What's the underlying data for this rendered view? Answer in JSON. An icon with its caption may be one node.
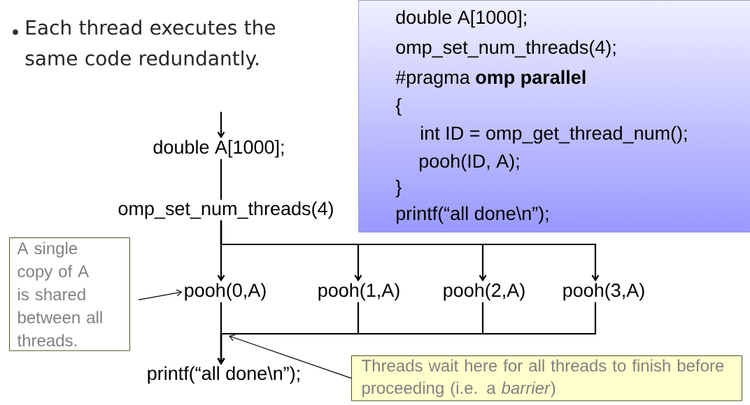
{
  "diagram": {
    "nodes": [
      {
        "text": [
          "double A[1000];",
          "omp_set_num_threads(4);",
          "#pragma **omp parallel**",
          "{",
          "int ID = omp_get_thread_num();",
          "pooh(ID, A);",
          "}",
          "printf(“all done\\n”);"
        ]
      },
      {
        "text": [
          "double A[1000];"
        ]
      },
      {
        "text": [
          "omp_set_num_threads(4)"
        ]
      },
      {
        "text": [
          "A single copy of A is shared between all threads."
        ]
      },
      {
        "text": [
          "pooh(0,A)"
        ]
      },
      {
        "text": [
          "pooh(1,A)"
        ]
      },
      {
        "text": [
          "pooh(2,A)"
        ]
      },
      {
        "text": [
          "pooh(3,A)"
        ]
      },
      {
        "text": [
          "printf(“all done\\n”);"
        ]
      },
      {
        "text": [
          "Threads wait here for all threads to finish before proceeding (i.e. a *barrier*)"
        ]
      }
    ],
    "edges": [
      {
        "from": null,
        "to": 1,
        "arrow": "to"
      },
      {
        "from": 1,
        "to": 2,
        "arrow": "none"
      },
      {
        "from": 2,
        "to": 4,
        "arrow": "to"
      },
      {
        "from": 2,
        "to": 5,
        "arrow": "to"
      },
      {
        "from": 2,
        "to": 6,
        "arrow": "to"
      },
      {
        "from": 2,
        "to": 7,
        "arrow": "to"
      },
      {
        "from": 4,
        "to": 8,
        "arrow": "to"
      },
      {
        "from": 5,
        "to": 8,
        "arrow": "to"
      },
      {
        "from": 6,
        "to": 8,
        "arrow": "to"
      },
      {
        "from": 7,
        "to": 8,
        "arrow": "to"
      },
      {
        "from": 3,
        "to": 4,
        "arrow": "to"
      },
      {
        "from": 9,
        "to": null,
        "arrow": "to"
      }
    ],
    "labels": [
      "Each thread executes the same code redundantly."
    ]
  }
}
